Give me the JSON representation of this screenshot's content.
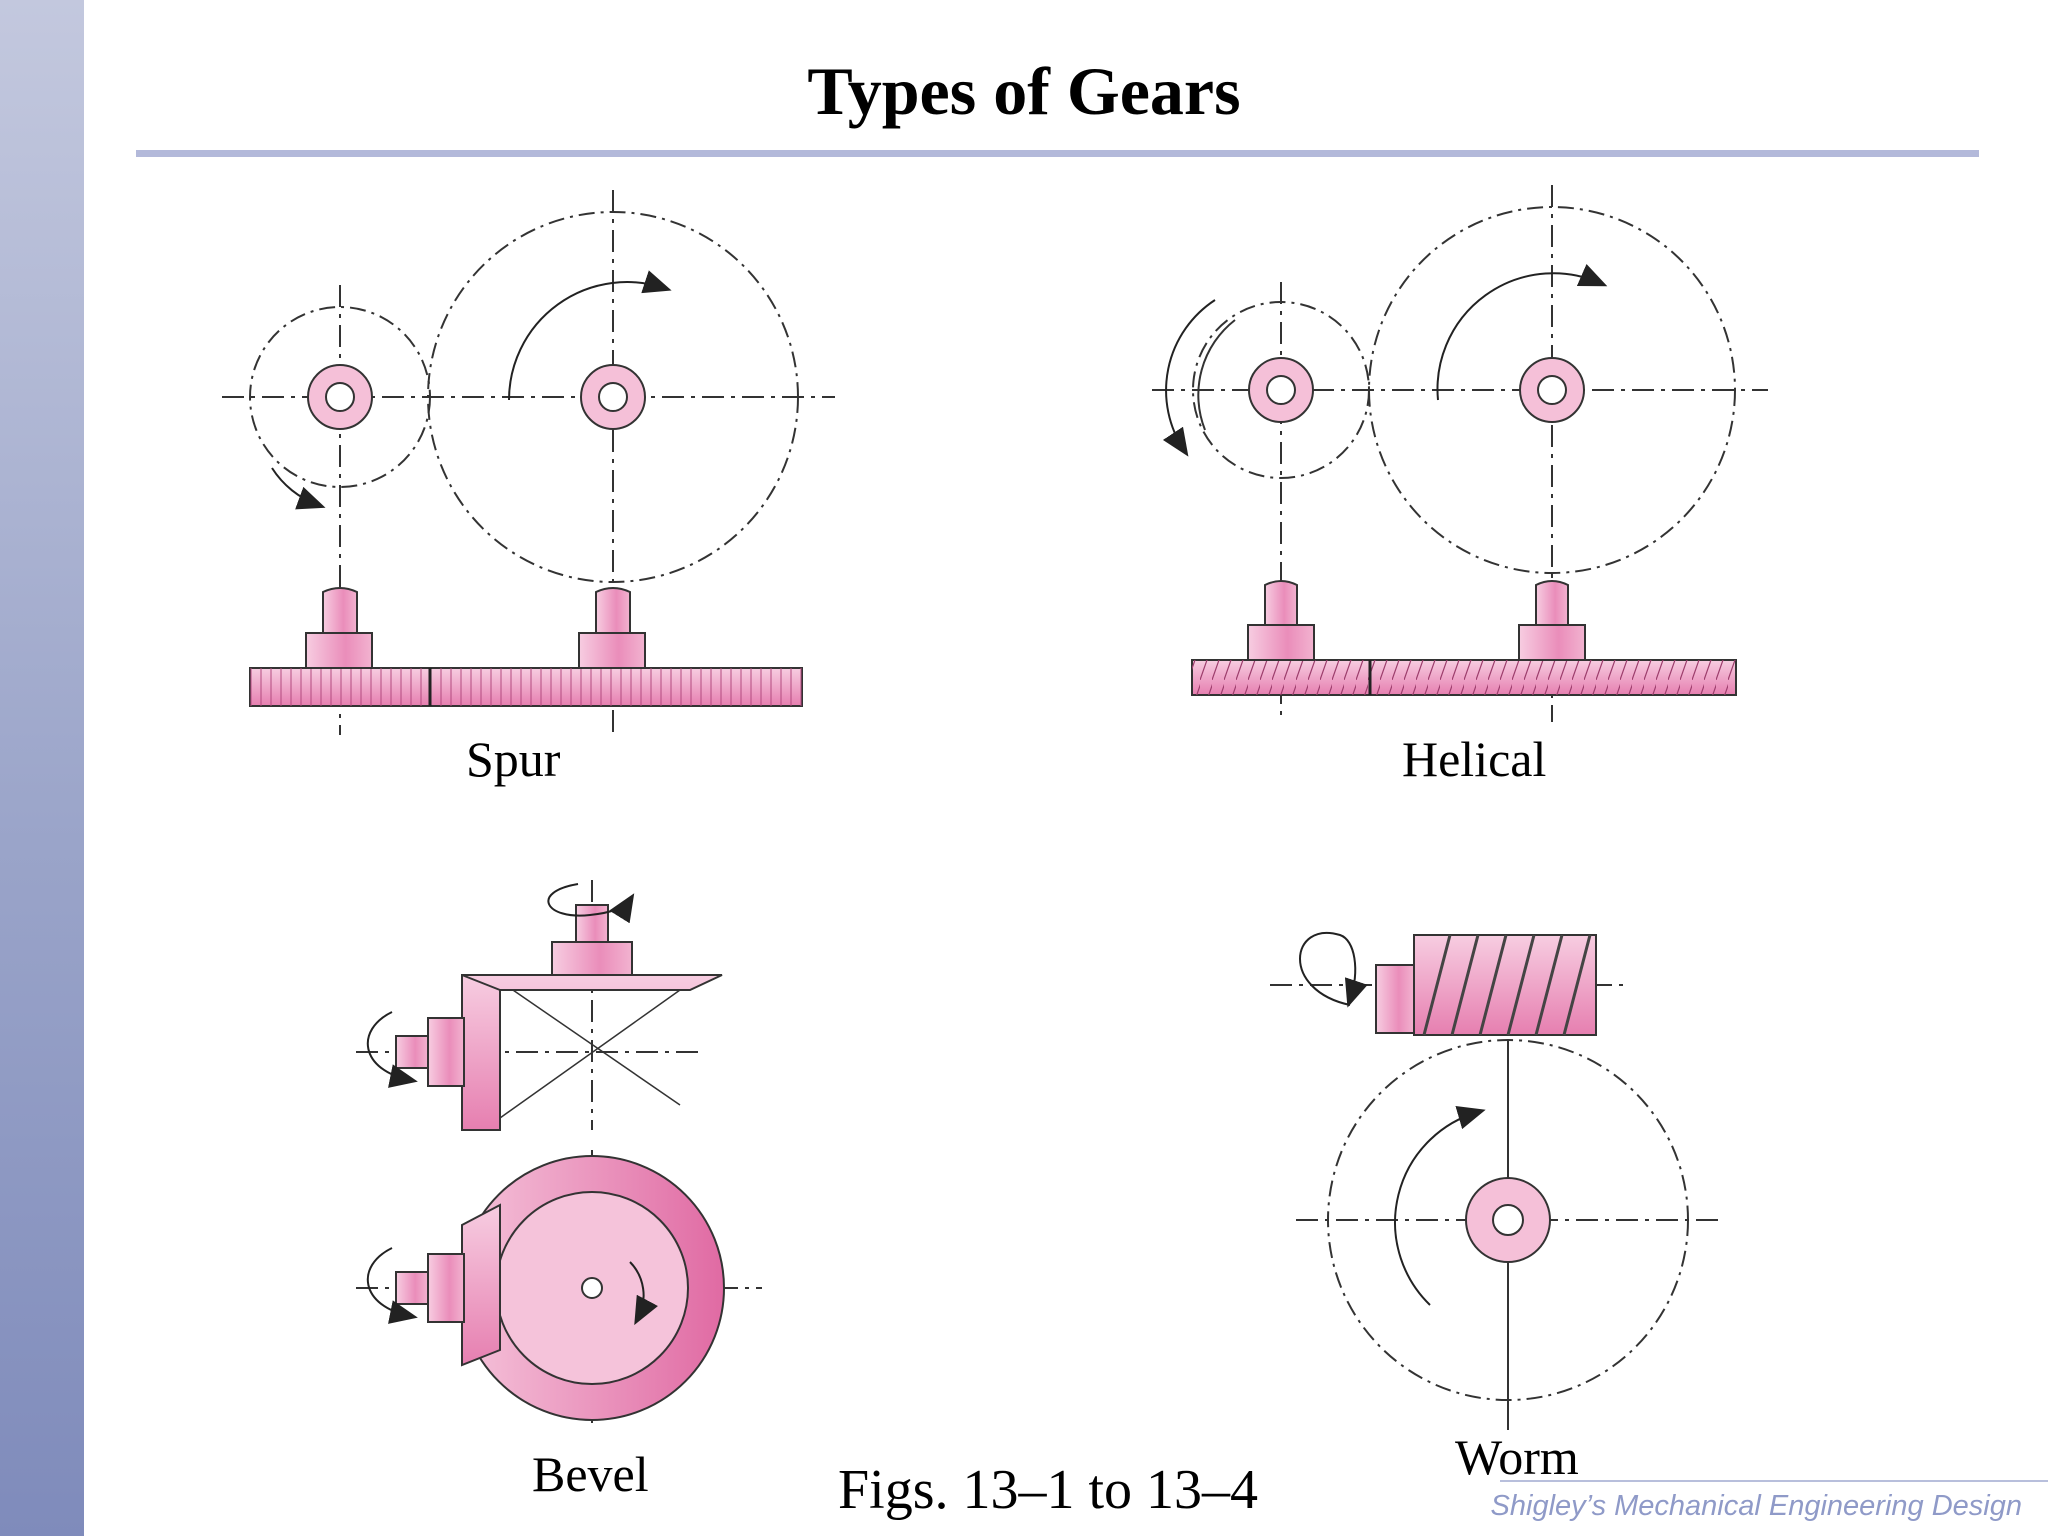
{
  "title": "Types of Gears",
  "panels": [
    {
      "label": "Spur"
    },
    {
      "label": "Helical"
    },
    {
      "label": "Bevel"
    },
    {
      "label": "Worm"
    }
  ],
  "caption": "Figs. 13–1 to 13–4",
  "credit": "Shigley’s Mechanical Engineering Design",
  "colors": {
    "gear_fill": "#f2b3d0",
    "gear_dark": "#df5a98",
    "hub_fill": "#f7c9de",
    "accent_bar": "#b3b9da"
  }
}
